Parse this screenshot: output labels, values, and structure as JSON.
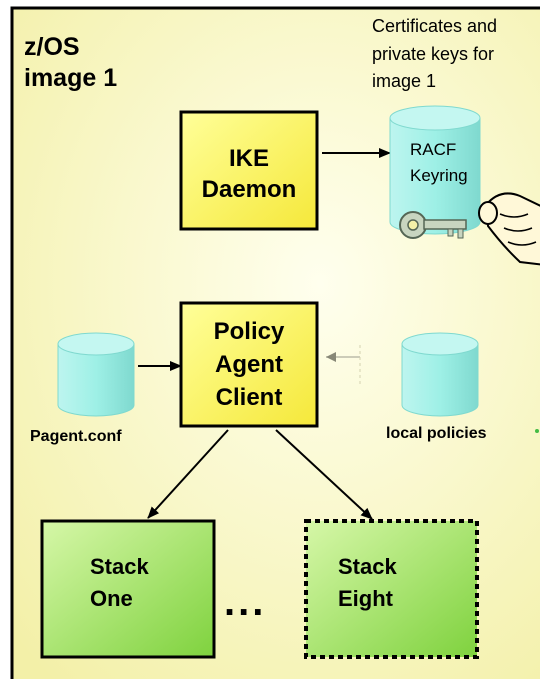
{
  "image": {
    "title_line1": "z/OS",
    "title_line2": "image 1",
    "note_line1": "Certificates and",
    "note_line2": "private keys for",
    "note_line3": "image 1"
  },
  "ike": {
    "line1": "IKE",
    "line2": "Daemon"
  },
  "racf": {
    "line1": "RACF",
    "line2": "Keyring"
  },
  "policy_agent": {
    "line1": "Policy",
    "line2": "Agent",
    "line3": "Client"
  },
  "pagent_conf": {
    "label": "Pagent.conf"
  },
  "local_policies": {
    "label": "local policies"
  },
  "stack_one": {
    "line1": "Stack",
    "line2": "One"
  },
  "stack_eight": {
    "line1": "Stack",
    "line2": "Eight"
  },
  "ellipsis": "...",
  "colors": {
    "background": "#fafad2",
    "box_yellow": "#ffff55",
    "box_green": "#9be65a",
    "cylinder": "#9ef0e6",
    "key": "#b8c7b0",
    "border": "#000000"
  }
}
